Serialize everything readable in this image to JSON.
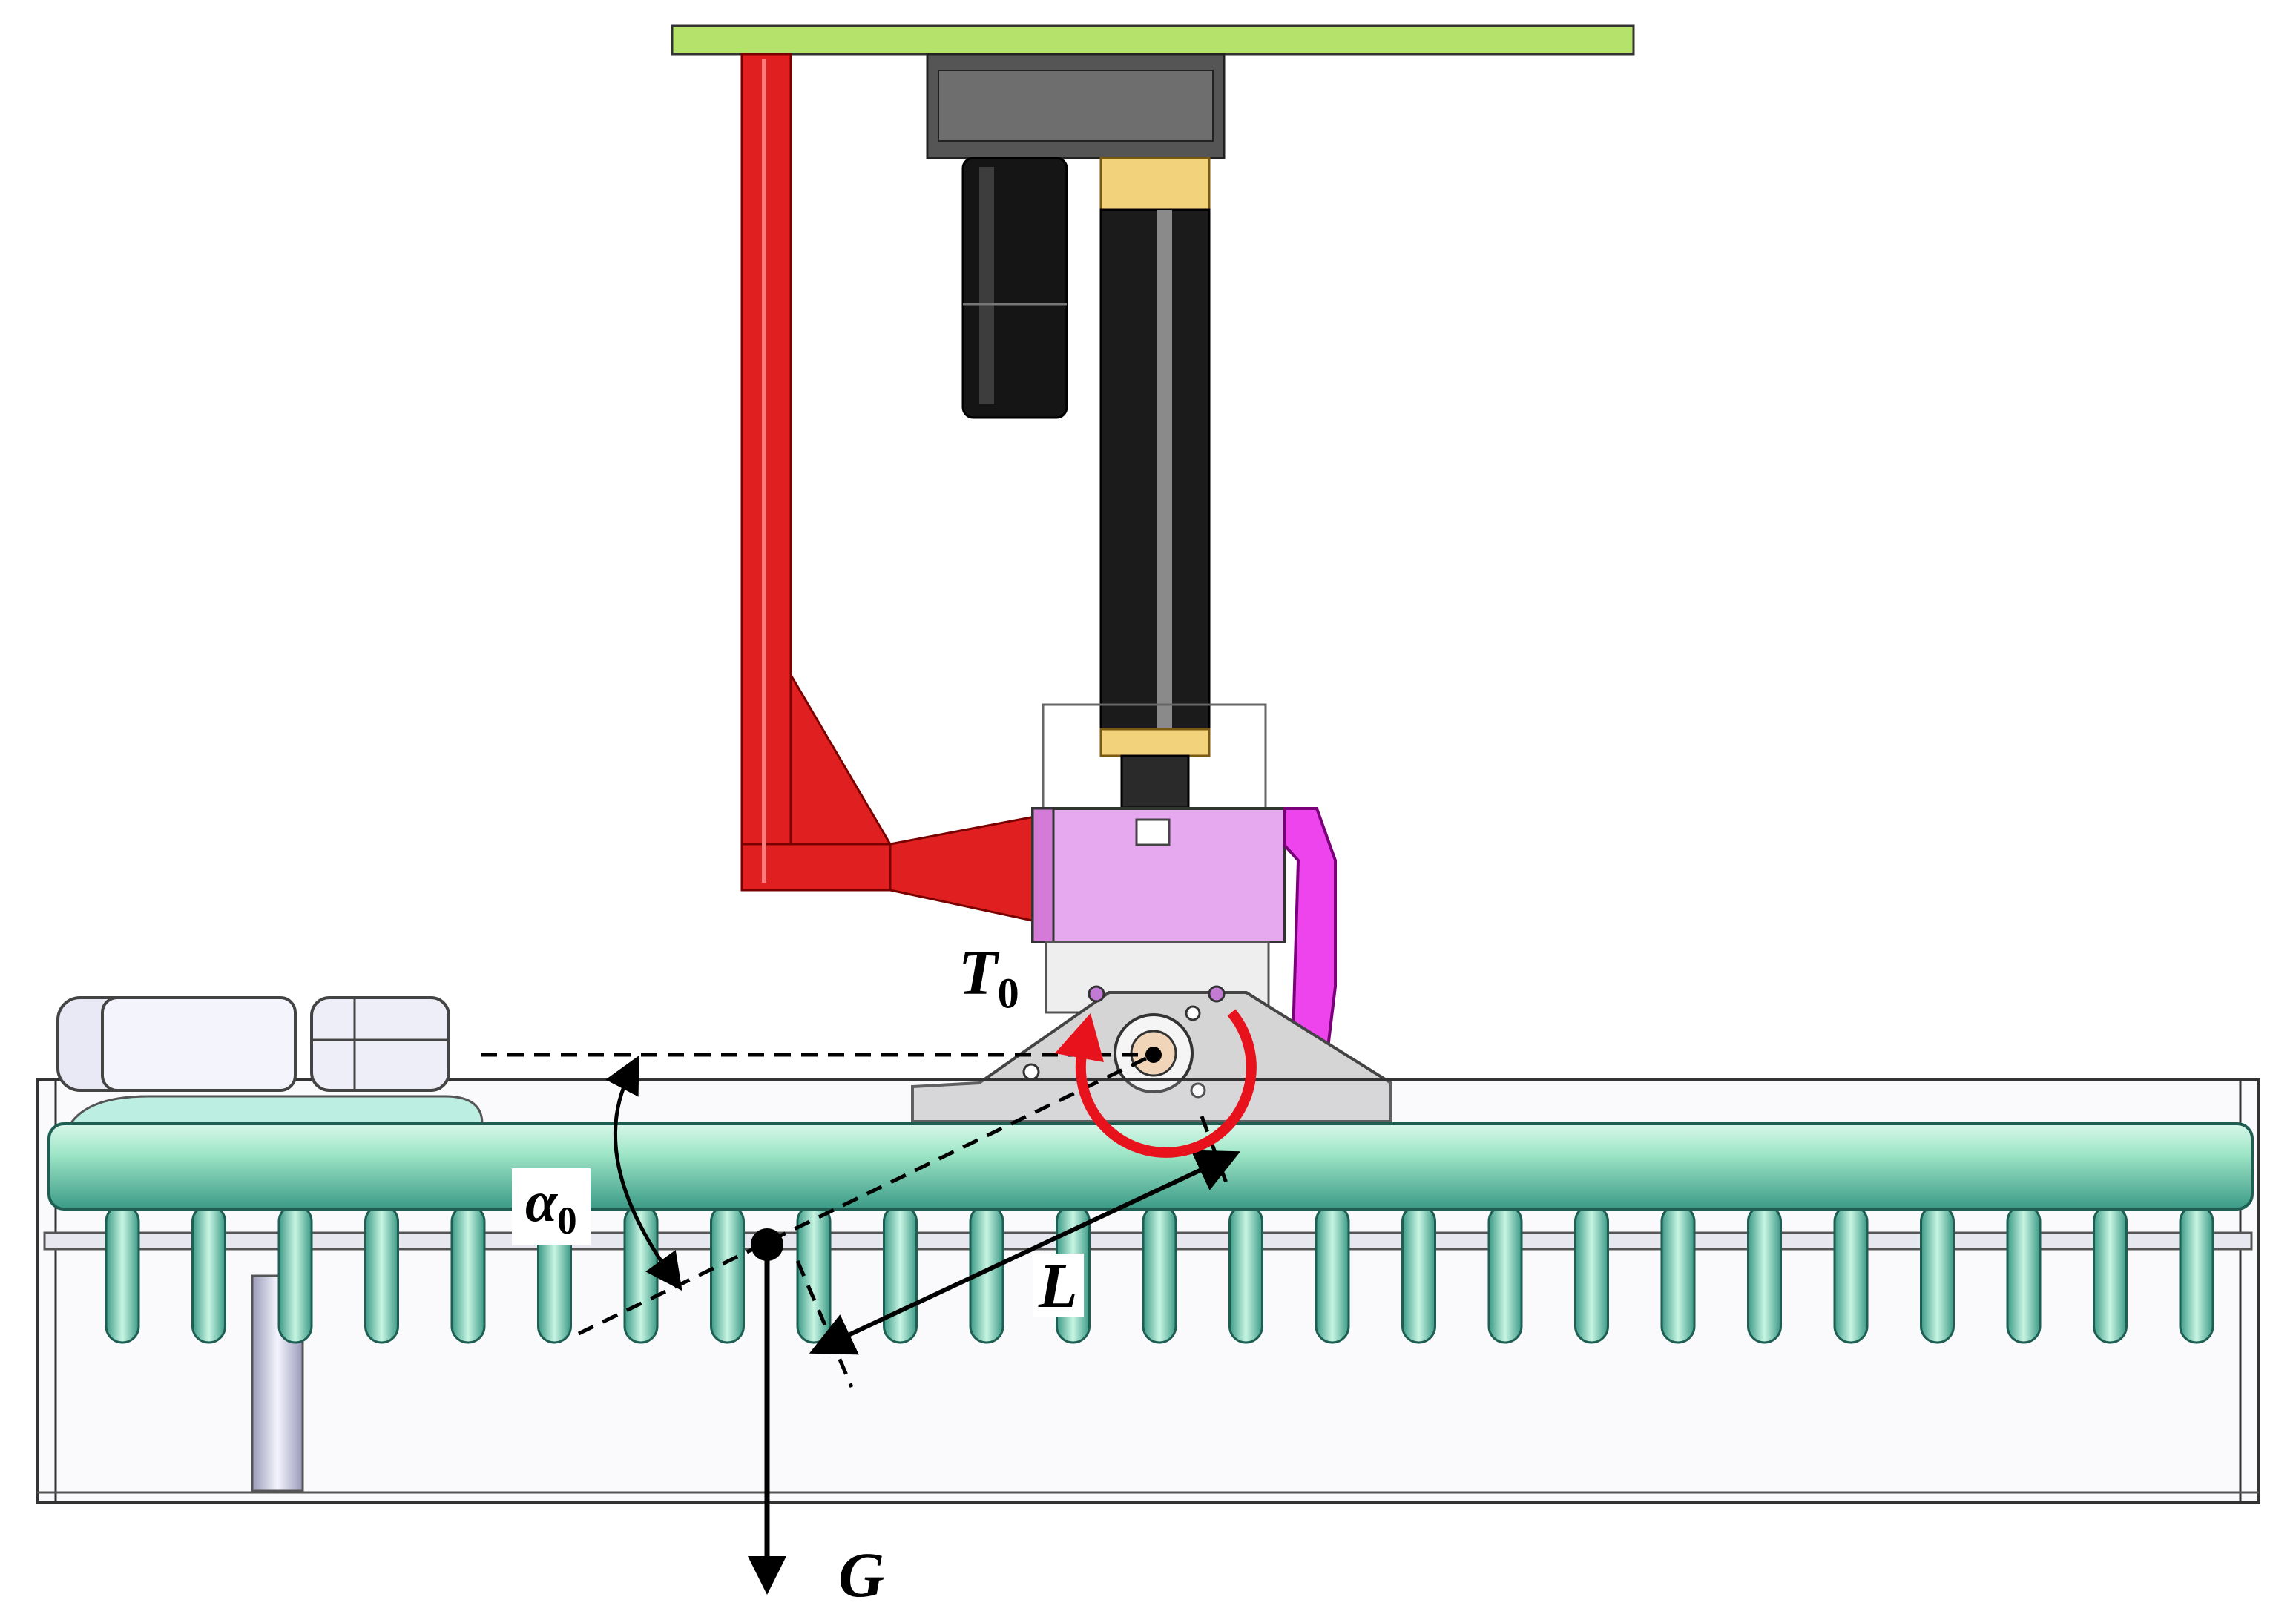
{
  "figure": {
    "labels": {
      "torque": {
        "symbol": "T",
        "subscript": "0"
      },
      "angle": {
        "symbol": "α",
        "subscript": "0"
      },
      "length": {
        "symbol": "L"
      },
      "gravity": {
        "symbol": "G"
      }
    },
    "colors": {
      "mounting_plate": "#b4e26a",
      "frame_arm": "#e02020",
      "gearbox_housing": "#e6a9f0",
      "side_link": "#ee44ee",
      "actuator_body": "#1b1b1b",
      "actuator_collar": "#f2d27a",
      "motor_head": "#555555",
      "tine_shaft": "#9fe6c7",
      "bracket_plate": "#d5d5d5",
      "container_box": "#e6e6f4",
      "torque_arrow": "#e8121c",
      "annotations": "#000000"
    }
  }
}
